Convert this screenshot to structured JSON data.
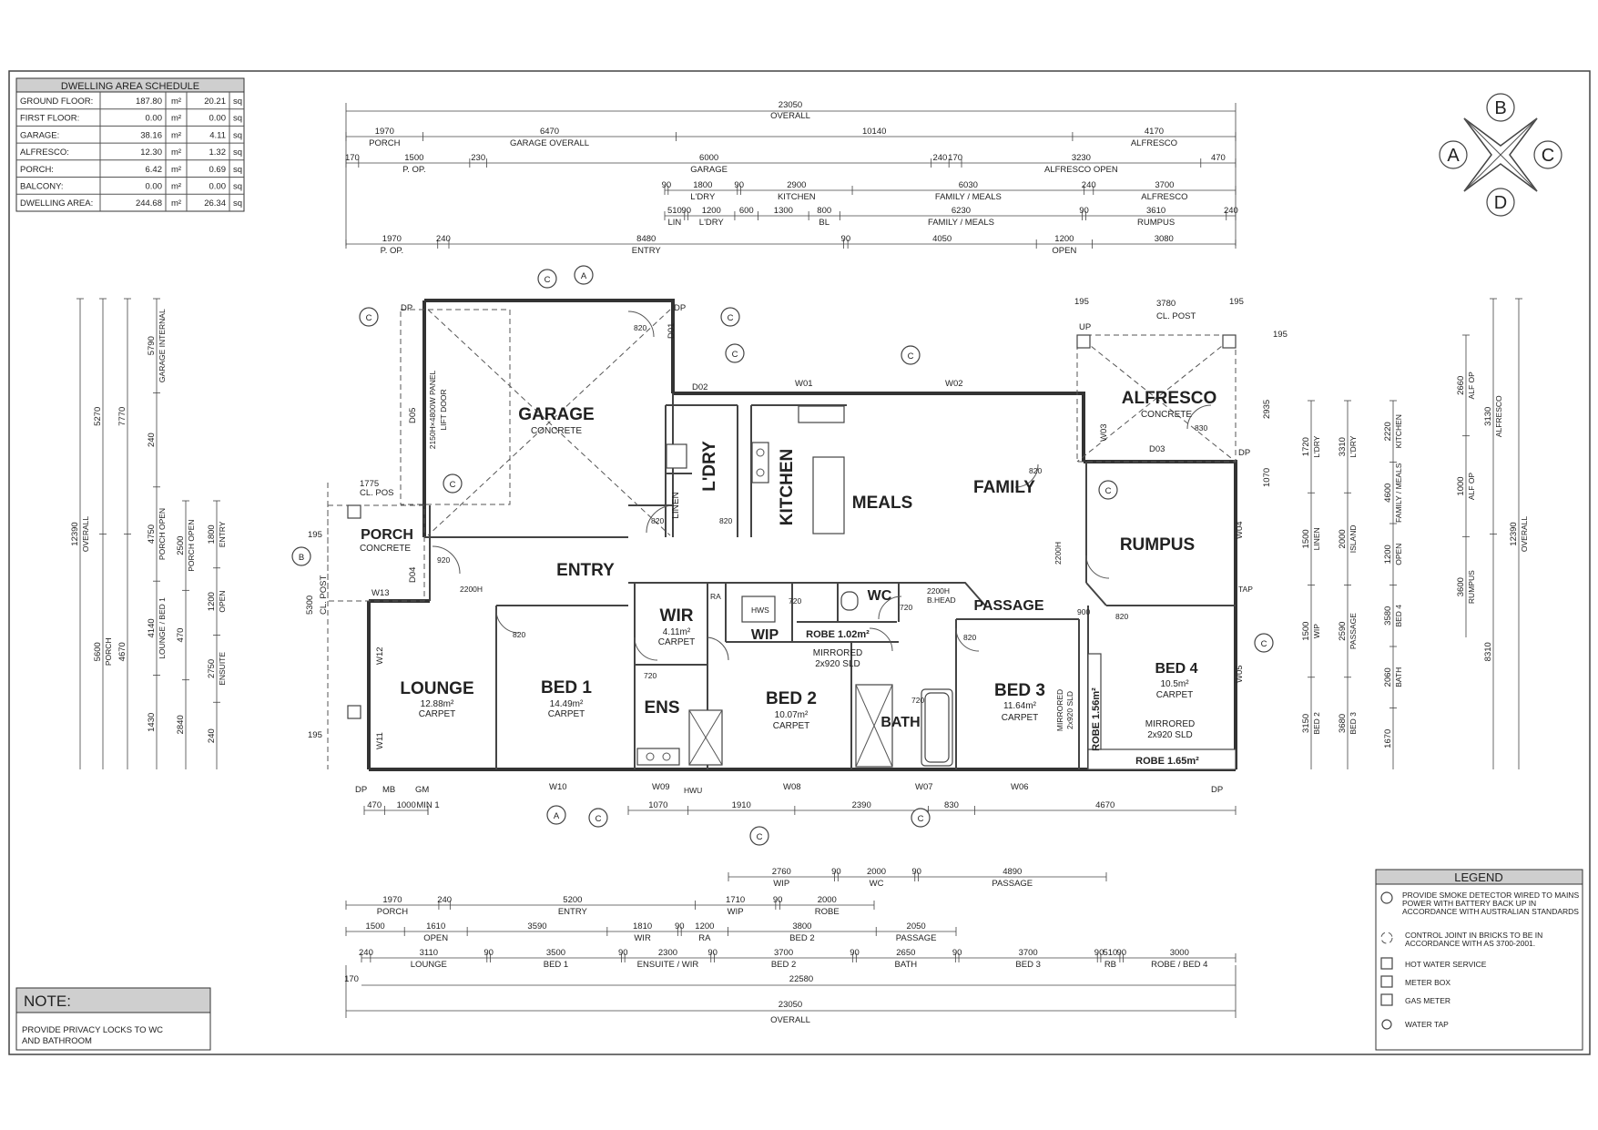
{
  "area_schedule": {
    "title": "DWELLING AREA SCHEDULE",
    "rows": [
      {
        "label": "GROUND FLOOR:",
        "m2": "187.80",
        "unit": "m²",
        "sq": "20.21",
        "sq_unit": "sq"
      },
      {
        "label": "FIRST FLOOR:",
        "m2": "0.00",
        "unit": "m²",
        "sq": "0.00",
        "sq_unit": "sq"
      },
      {
        "label": "GARAGE:",
        "m2": "38.16",
        "unit": "m²",
        "sq": "4.11",
        "sq_unit": "sq"
      },
      {
        "label": "ALFRESCO:",
        "m2": "12.30",
        "unit": "m²",
        "sq": "1.32",
        "sq_unit": "sq"
      },
      {
        "label": "PORCH:",
        "m2": "6.42",
        "unit": "m²",
        "sq": "0.69",
        "sq_unit": "sq"
      },
      {
        "label": "BALCONY:",
        "m2": "0.00",
        "unit": "m²",
        "sq": "0.00",
        "sq_unit": "sq"
      },
      {
        "label": "DWELLING AREA:",
        "m2": "244.68",
        "unit": "m²",
        "sq": "26.34",
        "sq_unit": "sq"
      }
    ]
  },
  "compass": {
    "a": "A",
    "b": "B",
    "c": "C",
    "d": "D"
  },
  "rooms": {
    "garage": {
      "name": "GARAGE",
      "finish": "CONCRETE"
    },
    "garage_door": {
      "line1": "2150H×4800W PANEL",
      "line2": "LIFT DOOR"
    },
    "porch": {
      "name": "PORCH",
      "finish": "CONCRETE"
    },
    "alfresco": {
      "name": "ALFRESCO",
      "finish": "CONCRETE"
    },
    "entry": "ENTRY",
    "ldry": "L'DRY",
    "linen": "LINEN",
    "kitchen": "KITCHEN",
    "meals": "MEALS",
    "family": "FAMILY",
    "rumpus": "RUMPUS",
    "passage": "PASSAGE",
    "wc": "WC",
    "wir": {
      "name": "WIR",
      "area": "4.11m²",
      "finish": "CARPET"
    },
    "wip": "WIP",
    "robe": "ROBE 1.02m²",
    "robe_mirrored": {
      "line1": "MIRRORED",
      "line2": "2x920 SLD"
    },
    "lounge": {
      "name": "LOUNGE",
      "area": "12.88m²",
      "finish": "CARPET"
    },
    "bed1": {
      "name": "BED 1",
      "area": "14.49m²",
      "finish": "CARPET"
    },
    "ens": "ENS",
    "bed2": {
      "name": "BED 2",
      "area": "10.07m²",
      "finish": "CARPET"
    },
    "bath": "BATH",
    "bed3": {
      "name": "BED 3",
      "area": "11.64m²",
      "finish": "CARPET"
    },
    "bed3_mirrored": {
      "line1": "MIRRORED",
      "line2": "2x920 SLD"
    },
    "robe_bed3": "ROBE 1.56m²",
    "bed4": {
      "name": "BED 4",
      "area": "10.5m²",
      "finish": "CARPET"
    },
    "bed4_mirrored": {
      "line1": "MIRRORED",
      "line2": "2x920 SLD"
    },
    "robe_bed4": "ROBE 1.65m²"
  },
  "plan_tags": {
    "w01": "W01",
    "w02": "W02",
    "w03": "W03",
    "w04": "W04",
    "w05": "W05",
    "w06": "W06",
    "w07": "W07",
    "w08": "W08",
    "w09": "W09",
    "w10": "W10",
    "w11": "W11",
    "w12": "W12",
    "w13": "W13",
    "d01": "D01",
    "d02": "D02",
    "d03": "D03",
    "d04": "D04",
    "d05": "D05",
    "dp": "DP",
    "up": "UP",
    "mb": "MB",
    "gm": "GM",
    "hwu": "HWU",
    "tap": "TAP",
    "ra": "RA",
    "d820": "820",
    "d720": "720",
    "d920": "920",
    "d900": "900",
    "head_2200": "2200H",
    "bhead": "B.HEAD",
    "hw_sep": "HWS",
    "cl_post": "CL. POST"
  },
  "top_dims": {
    "r1": {
      "total": "23050",
      "label": "OVERALL"
    },
    "r2": [
      {
        "v": "1970",
        "l": "PORCH"
      },
      {
        "v": "6470",
        "l": "GARAGE OVERALL"
      },
      {
        "v": "10140",
        "l": ""
      },
      {
        "v": "4170",
        "l": "ALFRESCO"
      }
    ],
    "r3": [
      {
        "v": "170",
        "l": ""
      },
      {
        "v": "1500",
        "l": "P. OP."
      },
      {
        "v": "230",
        "l": ""
      },
      {
        "v": "6000",
        "l": "GARAGE"
      },
      {
        "v": "240",
        "l": ""
      },
      {
        "v": "170",
        "l": ""
      },
      {
        "v": "3230",
        "l": "ALFRESCO OPEN"
      },
      {
        "v": "470",
        "l": ""
      }
    ],
    "r4": [
      {
        "v": "90",
        "l": ""
      },
      {
        "v": "1800",
        "l": "L'DRY"
      },
      {
        "v": "90",
        "l": ""
      },
      {
        "v": "2900",
        "l": "KITCHEN"
      },
      {
        "v": "6030",
        "l": "FAMILY / MEALS"
      },
      {
        "v": "240",
        "l": ""
      },
      {
        "v": "3700",
        "l": "ALFRESCO"
      }
    ],
    "r5": [
      {
        "v": "510",
        "l": "LIN"
      },
      {
        "v": "90",
        "l": ""
      },
      {
        "v": "1200",
        "l": "L'DRY"
      },
      {
        "v": "600",
        "l": ""
      },
      {
        "v": "1300",
        "l": ""
      },
      {
        "v": "800",
        "l": "BL"
      },
      {
        "v": "6230",
        "l": "FAMILY / MEALS"
      },
      {
        "v": "90",
        "l": ""
      },
      {
        "v": "3610",
        "l": "RUMPUS"
      },
      {
        "v": "240",
        "l": ""
      }
    ],
    "r6": [
      {
        "v": "1970",
        "l": "P. OP."
      },
      {
        "v": "240",
        "l": ""
      },
      {
        "v": "8480",
        "l": "ENTRY"
      },
      {
        "v": "90",
        "l": ""
      },
      {
        "v": "4050",
        "l": ""
      },
      {
        "v": "1200",
        "l": "OPEN"
      },
      {
        "v": "3080",
        "l": ""
      }
    ]
  },
  "bottom_dims": {
    "b1": [
      {
        "v": "2760",
        "l": "WIP"
      },
      {
        "v": "90",
        "l": ""
      },
      {
        "v": "2000",
        "l": "WC"
      },
      {
        "v": "90",
        "l": ""
      },
      {
        "v": "4890",
        "l": "PASSAGE"
      }
    ],
    "b2": [
      {
        "v": "1970",
        "l": "PORCH"
      },
      {
        "v": "240",
        "l": ""
      },
      {
        "v": "5200",
        "l": "ENTRY"
      },
      {
        "v": "1710",
        "l": "WIP"
      },
      {
        "v": "90",
        "l": ""
      },
      {
        "v": "2000",
        "l": "ROBE"
      }
    ],
    "b3": [
      {
        "v": "1500",
        "l": ""
      },
      {
        "v": "1610",
        "l": "OPEN"
      },
      {
        "v": "3590",
        "l": ""
      },
      {
        "v": "1810",
        "l": "WIR"
      },
      {
        "v": "90",
        "l": ""
      },
      {
        "v": "1200",
        "l": "RA"
      },
      {
        "v": "3800",
        "l": "BED 2"
      },
      {
        "v": "2050",
        "l": "PASSAGE"
      }
    ],
    "b4": [
      {
        "v": "240",
        "l": ""
      },
      {
        "v": "3110",
        "l": "LOUNGE"
      },
      {
        "v": "90",
        "l": ""
      },
      {
        "v": "3500",
        "l": "BED 1"
      },
      {
        "v": "90",
        "l": ""
      },
      {
        "v": "2300",
        "l": "ENSUITE / WIR"
      },
      {
        "v": "90",
        "l": ""
      },
      {
        "v": "3700",
        "l": "BED 2"
      },
      {
        "v": "90",
        "l": ""
      },
      {
        "v": "2650",
        "l": "BATH"
      },
      {
        "v": "90",
        "l": ""
      },
      {
        "v": "3700",
        "l": "BED 3"
      },
      {
        "v": "90",
        "l": ""
      },
      {
        "v": "510",
        "l": "RB"
      },
      {
        "v": "90",
        "l": ""
      },
      {
        "v": "3000",
        "l": "ROBE / BED 4"
      }
    ],
    "b5": {
      "total": "22580",
      "lead": "170"
    },
    "b6": {
      "total": "23050",
      "label": "OVERALL"
    },
    "under_plan": [
      {
        "v": "1070",
        "l": ""
      },
      {
        "v": "1910",
        "l": ""
      },
      {
        "v": "2390",
        "l": ""
      },
      {
        "v": "830",
        "l": ""
      },
      {
        "v": "4670",
        "l": ""
      }
    ],
    "small": [
      {
        "v": "470",
        "l": ""
      },
      {
        "v": "1000",
        "l": ""
      },
      {
        "v": "MIN 1",
        "l": ""
      }
    ]
  },
  "side_dims_left": [
    {
      "v": "12390",
      "l": "OVERALL"
    },
    {
      "v": "5270",
      "l": ""
    },
    {
      "v": "7770",
      "l": ""
    },
    {
      "v": "5790",
      "l": "GARAGE INTERNAL"
    },
    {
      "v": "240",
      "l": ""
    },
    {
      "v": "5600",
      "l": "PORCH"
    },
    {
      "v": "4750",
      "l": "PORCH OPEN"
    },
    {
      "v": "2500",
      "l": "PORCH OPEN"
    },
    {
      "v": "470",
      "l": ""
    },
    {
      "v": "1800",
      "l": "ENTRY"
    },
    {
      "v": "1200",
      "l": "OPEN"
    },
    {
      "v": "4670",
      "l": ""
    },
    {
      "v": "4140",
      "l": "LOUNGE / BED 1"
    },
    {
      "v": "2840",
      "l": ""
    },
    {
      "v": "2750",
      "l": "ENSUITE"
    },
    {
      "v": "1430",
      "l": ""
    },
    {
      "v": "240",
      "l": ""
    }
  ],
  "side_dims_right": [
    {
      "v": "12390",
      "l": "OVERALL"
    },
    {
      "v": "3130",
      "l": "ALFRESCO"
    },
    {
      "v": "2660",
      "l": "ALF OP"
    },
    {
      "v": "1000",
      "l": "ALF OP"
    },
    {
      "v": "1720",
      "l": "L'DRY"
    },
    {
      "v": "3310",
      "l": "L'DRY"
    },
    {
      "v": "2220",
      "l": "KITCHEN"
    },
    {
      "v": "4600",
      "l": "FAMILY / MEALS"
    },
    {
      "v": "3600",
      "l": "RUMPUS"
    },
    {
      "v": "8310",
      "l": ""
    },
    {
      "v": "1500",
      "l": "LINEN"
    },
    {
      "v": "2000",
      "l": "ISLAND"
    },
    {
      "v": "1200",
      "l": "OPEN"
    },
    {
      "v": "1500",
      "l": "WIP"
    },
    {
      "v": "2590",
      "l": "PASSAGE"
    },
    {
      "v": "3150",
      "l": "BED 2"
    },
    {
      "v": "3680",
      "l": "BED 3"
    },
    {
      "v": "3580",
      "l": "BED 4"
    },
    {
      "v": "2060",
      "l": "BATH"
    },
    {
      "v": "1670",
      "l": ""
    }
  ],
  "side_labels": {
    "left_cl_post": "CL. POST",
    "left_5300": "5300",
    "left_195a": "195",
    "left_195b": "195",
    "left_1775": "1775",
    "left_cl_pos": "CL. POS",
    "right_cl_post": "CL. POST",
    "right_2935": "2935",
    "right_195": "195",
    "right_1070": "1070",
    "top_195a": "195",
    "top_195b": "195",
    "top_3780": "3780"
  },
  "section_markers": [
    "C",
    "A",
    "C",
    "C",
    "C",
    "B",
    "C",
    "C",
    "C",
    "C",
    "A",
    "C",
    "C",
    "C"
  ],
  "note": {
    "title": "NOTE:",
    "text": "PROVIDE PRIVACY LOCKS TO WC AND BATHROOM"
  },
  "legend": {
    "title": "LEGEND",
    "items": [
      {
        "icon": "smoke-detector-icon",
        "text": "PROVIDE SMOKE DETECTOR WIRED TO MAINS POWER WITH BATTERY BACK UP IN ACCORDANCE WITH AUSTRALIAN STANDARDS"
      },
      {
        "icon": "control-joint-icon",
        "text": "CONTROL JOINT IN BRICKS TO BE IN ACCORDANCE WITH AS 3700-2001."
      },
      {
        "icon": "hot-water-icon",
        "text": "HOT WATER SERVICE"
      },
      {
        "icon": "meter-box-icon",
        "text": "METER BOX"
      },
      {
        "icon": "gas-meter-icon",
        "text": "GAS METER"
      },
      {
        "icon": "water-tap-icon",
        "text": "WATER TAP"
      }
    ]
  }
}
